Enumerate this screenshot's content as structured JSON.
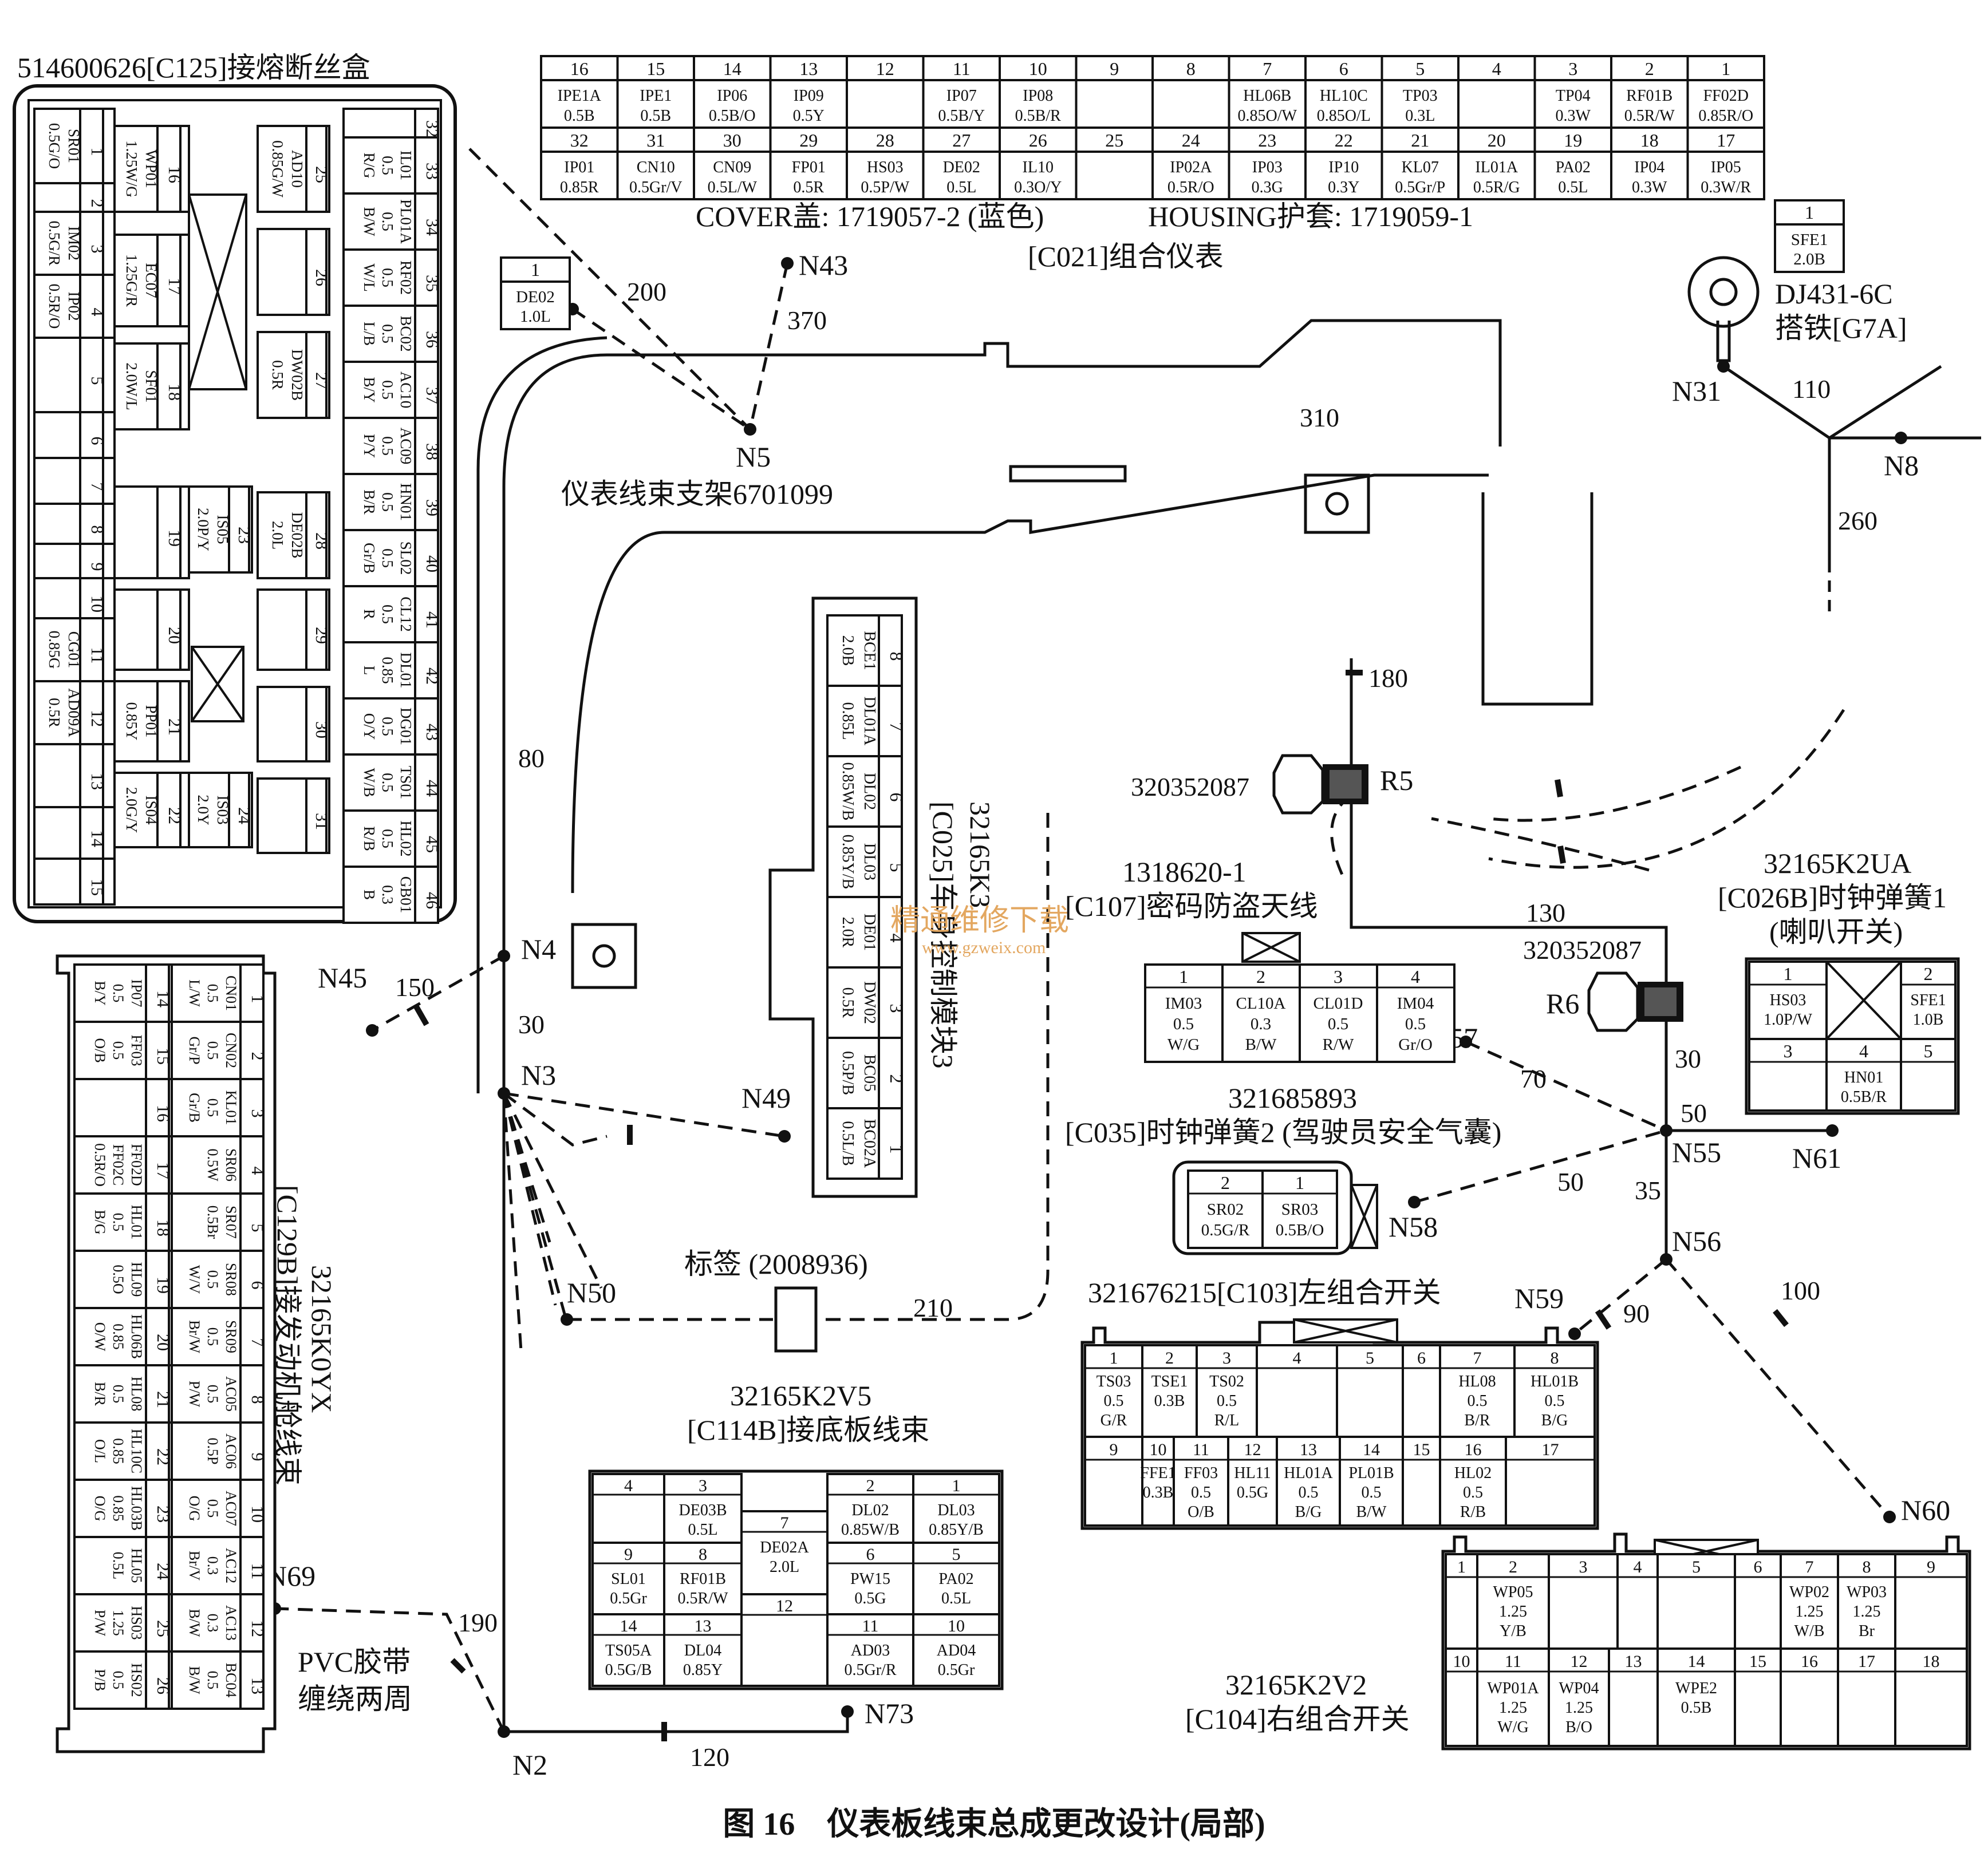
{
  "caption": "图 16　仪表板线束总成更改设计(局部)",
  "watermark": {
    "line1": "精通维修下载",
    "line2": "www.gzweix.com"
  },
  "fuse_box": {
    "title": "514600626[C125]接熔断丝盒",
    "cells": [
      {
        "pin": "1",
        "text": "SR01 0.5G/O"
      },
      {
        "pin": "3",
        "text": "IM02 0.5G/R"
      },
      {
        "pin": "4",
        "text": "IP02 0.5R/O"
      },
      {
        "pin": "11",
        "text": "CG01 0.85G"
      },
      {
        "pin": "12",
        "text": "AD09A 0.5R"
      },
      {
        "pin": "16",
        "text": "WP01 1.25W/G"
      },
      {
        "pin": "17",
        "text": "EC07 1.25G/R"
      },
      {
        "pin": "18",
        "text": "SF01 2.0W/L"
      },
      {
        "pin": "21",
        "text": "PP01 0.85Y"
      },
      {
        "pin": "22",
        "text": "IS04 2.0G/Y"
      },
      {
        "pin": "23",
        "text": "IS05 2.0P/Y"
      },
      {
        "pin": "24",
        "text": "IS03 2.0Y"
      },
      {
        "pin": "25",
        "text": "AD10 0.85G/W"
      },
      {
        "pin": "27",
        "text": "DW02B 0.5R"
      },
      {
        "pin": "28",
        "text": "DE02B 2.0L"
      },
      {
        "pin": "33",
        "text": "IL01 0.5 R/G"
      },
      {
        "pin": "34",
        "text": "PL01A 0.5 B/W"
      },
      {
        "pin": "35",
        "text": "RF02 0.5 W/L"
      },
      {
        "pin": "36",
        "text": "BC02 0.5 L/B"
      },
      {
        "pin": "37",
        "text": "AC10 0.5 B/Y"
      },
      {
        "pin": "38",
        "text": "AC09 0.5 P/Y"
      },
      {
        "pin": "39",
        "text": "HN01 0.5 B/R"
      },
      {
        "pin": "40",
        "text": "SL02 0.5 Gr/B"
      },
      {
        "pin": "41",
        "text": "CL12 0.5 R"
      },
      {
        "pin": "42",
        "text": "DL01 0.85 L"
      },
      {
        "pin": "43",
        "text": "DG01 0.5 O/Y"
      },
      {
        "pin": "44",
        "text": "TS01 0.5 W/B"
      },
      {
        "pin": "45",
        "text": "HL02 0.5 R/B"
      },
      {
        "pin": "46",
        "text": "GB01 0.3 B"
      }
    ],
    "pins": [
      "1",
      "2",
      "3",
      "4",
      "5",
      "6",
      "7",
      "8",
      "9",
      "10",
      "11",
      "12",
      "13",
      "14",
      "15",
      "16",
      "17",
      "18",
      "19",
      "20",
      "21",
      "22",
      "23",
      "24",
      "25",
      "26",
      "27",
      "28",
      "29",
      "30",
      "31",
      "32",
      "33",
      "34",
      "35",
      "36",
      "37",
      "38",
      "39",
      "40",
      "41",
      "42",
      "43",
      "44",
      "45",
      "46"
    ]
  },
  "c021": {
    "title": "[C021]组合仪表",
    "cover": "COVER盖: 1719057-2 (蓝色)",
    "housing": "HOUSING护套: 1719059-1",
    "top_pins": [
      "16",
      "15",
      "14",
      "13",
      "12",
      "11",
      "10",
      "9",
      "8",
      "7",
      "6",
      "5",
      "4",
      "3",
      "2",
      "1"
    ],
    "top_wires": [
      "IPE1A 0.5B",
      "IPE1 0.5B",
      "IP06 0.5B/O",
      "IP09 0.5Y",
      "",
      "IP07 0.5B/Y",
      "IP08 0.5B/R",
      "",
      "",
      "HL06B 0.85O/W",
      "HL10C 0.85O/L",
      "TP03 0.3L",
      "",
      "TP04 0.3W",
      "RF01B 0.5R/W",
      "FF02D 0.85R/O"
    ],
    "bottom_pins": [
      "32",
      "31",
      "30",
      "29",
      "28",
      "27",
      "26",
      "25",
      "24",
      "23",
      "22",
      "21",
      "20",
      "19",
      "18",
      "17"
    ],
    "bottom_wires": [
      "IP01 0.85R",
      "CN10 0.5Gr/V",
      "CN09 0.5L/W",
      "FP01 0.5R",
      "HS03 0.5P/W",
      "DE02 0.5L",
      "IL10 0.3O/Y",
      "",
      "IP02A 0.5R/O",
      "IP03 0.3G",
      "IP10 0.3Y",
      "KL07 0.5Gr/P",
      "IL01A 0.5R/G",
      "PA02 0.5L",
      "IP04 0.3W",
      "IP05 0.3W/R"
    ]
  },
  "de02_box": {
    "pin": "1",
    "wire": "DE02",
    "spec": "1.0L"
  },
  "sfe1_box": {
    "pin": "1",
    "wire": "SFE1",
    "spec": "2.0B"
  },
  "ground": {
    "part": "DJ431-6C",
    "name": "搭铁[G7A]"
  },
  "bracket": "仪表线束支架6701099",
  "c025": {
    "title1": "32165K3",
    "title2": "[C025]车身控制模块3",
    "pins": [
      "8",
      "7",
      "6",
      "5",
      "4",
      "3",
      "2",
      "1"
    ],
    "wires": [
      "BCE1 2.0B",
      "DL01A 0.85L",
      "DL02 0.85W/B",
      "DL03 0.85Y/B",
      "DE01 2.0R",
      "DW02 0.5R",
      "BC05 0.5P/B",
      "BC02A 0.5L/B"
    ]
  },
  "c129": {
    "title1": "32165K0YX",
    "title2": "[C129B]接发动机舱线束",
    "right_pins": [
      "1",
      "2",
      "3",
      "4",
      "5",
      "6",
      "7",
      "8",
      "9",
      "10",
      "11",
      "12",
      "13"
    ],
    "right_wires": [
      "CN01 0.5 L/W",
      "CN02 0.5 Gr/P",
      "KL01 0.5 Gr/B",
      "SR06 0.5W",
      "SR07 0.5Br",
      "SR08 0.5 W/V",
      "SR09 0.5 Br/W",
      "AC05 0.5 P/W",
      "AC06 0.5P",
      "AC07 0.5 O/G",
      "AC12 0.3 Br/V",
      "AC13 0.3 B/W",
      "BC04 0.5 B/W"
    ],
    "left_pins": [
      "14",
      "15",
      "16",
      "17",
      "18",
      "19",
      "20",
      "21",
      "22",
      "23",
      "24",
      "25",
      "26"
    ],
    "left_wires": [
      "IP07 0.5 B/Y",
      "FF03 0.5 O/B",
      "",
      "FF02D FF02C 0.5R/O",
      "HL01 0.5 B/G",
      "HL09 0.5O",
      "HL06B 0.85 O/W",
      "HL08 0.5 B/R",
      "HL10C 0.85 O/L",
      "HL03B 0.85 O/G",
      "HL05 0.5L",
      "HS03 1.25 P/W",
      "HS02 0.5 P/B"
    ]
  },
  "c114": {
    "title1": "32165K2V5",
    "title2": "[C114B]接底板线束",
    "cells": [
      {
        "pin": "4",
        "text": ""
      },
      {
        "pin": "3",
        "text": "DE03B 0.5L"
      },
      {
        "pin": "7",
        "text": "DE02A 2.0L"
      },
      {
        "pin": "2",
        "text": "DL02 0.85W/B"
      },
      {
        "pin": "1",
        "text": "DL03 0.85Y/B"
      },
      {
        "pin": "9",
        "text": "SL01 0.5Gr"
      },
      {
        "pin": "8",
        "text": "RF01B 0.5R/W"
      },
      {
        "pin": "6",
        "text": "PW15 0.5G"
      },
      {
        "pin": "5",
        "text": "PA02 0.5L"
      },
      {
        "pin": "14",
        "text": "TS05A 0.5G/B"
      },
      {
        "pin": "13",
        "text": "DL04 0.85Y"
      },
      {
        "pin": "12",
        "text": ""
      },
      {
        "pin": "11",
        "text": "AD03 0.5Gr/R"
      },
      {
        "pin": "10",
        "text": "AD04 0.5Gr"
      }
    ]
  },
  "c107": {
    "part": "1318620-1",
    "title": "[C107]密码防盗天线",
    "pins": [
      "1",
      "2",
      "3",
      "4"
    ],
    "wires": [
      "IM03 0.5 W/G",
      "CL10A 0.3 B/W",
      "CL01D 0.5 R/W",
      "IM04 0.5 Gr/O"
    ]
  },
  "c035": {
    "part": "321685893",
    "title": "[C035]时钟弹簧2 (驾驶员安全气囊)",
    "pins": [
      "2",
      "1"
    ],
    "wires": [
      "SR02 0.5G/R",
      "SR03 0.5B/O"
    ]
  },
  "c026": {
    "part": "32165K2UA",
    "title": "[C026B]时钟弹簧1",
    "sub": "(喇叭开关)",
    "cells": [
      {
        "pin": "1",
        "text": "HS03 1.0P/W"
      },
      {
        "pin": "2",
        "text": "SFE1 1.0B"
      },
      {
        "pin": "3",
        "text": ""
      },
      {
        "pin": "4",
        "text": "HN01 0.5B/R"
      },
      {
        "pin": "5",
        "text": ""
      }
    ]
  },
  "c103": {
    "title": "321676215[C103]左组合开关",
    "top_pins": [
      "1",
      "2",
      "3",
      "4",
      "5",
      "6",
      "7",
      "8"
    ],
    "top_wires": [
      "TS03 0.5 G/R",
      "TSE1 0.3B",
      "TS02 0.5 R/L",
      "",
      "",
      "",
      "HL08 0.5 B/R",
      "HL01B 0.5 B/G"
    ],
    "bottom_pins": [
      "9",
      "10",
      "11",
      "12",
      "13",
      "14",
      "15",
      "16",
      "17"
    ],
    "bottom_wires": [
      "",
      "FFE1 0.3B",
      "FF03 0.5 O/B",
      "HL11 0.5G",
      "HL01A 0.5 B/G",
      "PL01B 0.5 B/W",
      "",
      "HL02 0.5 R/B",
      ""
    ]
  },
  "c104": {
    "title1": "32165K2V2",
    "title2": "[C104]右组合开关",
    "top_pins": [
      "1",
      "2",
      "3",
      "4",
      "5",
      "6",
      "7",
      "8",
      "9"
    ],
    "top_wires": [
      "",
      "WP05 1.25 Y/B",
      "",
      "",
      "",
      "",
      "WP02 1.25 W/B",
      "WP03 1.25 Br",
      ""
    ],
    "bottom_pins": [
      "10",
      "11",
      "12",
      "13",
      "14",
      "15",
      "16",
      "17",
      "18"
    ],
    "bottom_wires": [
      "",
      "WP01A 1.25 W/G",
      "WP04 1.25 B/O",
      "",
      "WPE2 0.5B",
      "",
      "",
      "",
      ""
    ]
  },
  "clips": {
    "r5": "R5",
    "r5_part": "320352087",
    "r6": "R6",
    "r6_part": "320352087"
  },
  "label_tag": "标签 (2008936)",
  "pvc_note": {
    "line1": "PVC胶带",
    "line2": "缠绕两周"
  },
  "nodes": [
    "N2",
    "N3",
    "N4",
    "N5",
    "N8",
    "N31",
    "N43",
    "N45",
    "N49",
    "N50",
    "N55",
    "N56",
    "N57",
    "N58",
    "N59",
    "N60",
    "N61",
    "N69",
    "N73"
  ],
  "dims": [
    "200",
    "370",
    "310",
    "110",
    "260",
    "80",
    "30",
    "150",
    "180",
    "130",
    "30",
    "70",
    "50",
    "50",
    "35",
    "90",
    "100",
    "210",
    "190",
    "120"
  ]
}
